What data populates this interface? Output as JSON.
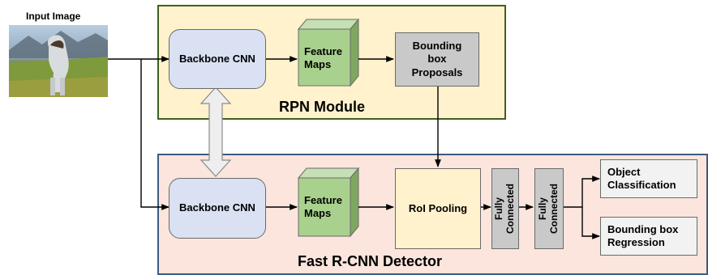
{
  "input_image": {
    "label": "Input Image"
  },
  "rpn_module": {
    "title": "RPN Module",
    "backbone": "Backbone CNN",
    "feature_maps": [
      "Feature",
      "Maps"
    ],
    "proposals": [
      "Bounding",
      "box",
      "Proposals"
    ]
  },
  "fast_rcnn": {
    "title": "Fast R-CNN Detector",
    "backbone": "Backbone CNN",
    "feature_maps": [
      "Feature",
      "Maps"
    ],
    "roi_pooling": "RoI Pooling",
    "fc1": [
      "Fully",
      "Connected"
    ],
    "fc2": [
      "Fully",
      "Connected"
    ],
    "output_classification": [
      "Object",
      "Classification"
    ],
    "output_regression": [
      "Bounding box",
      "Regression"
    ]
  },
  "colors": {
    "rpn_fill": "#fff2cc",
    "rpn_border": "#3f6020",
    "fast_fill": "#fbe5dc",
    "fast_border": "#3e5a80",
    "backbone_fill": "#d9e1f3",
    "cube_front": "#a9d18e"
  }
}
